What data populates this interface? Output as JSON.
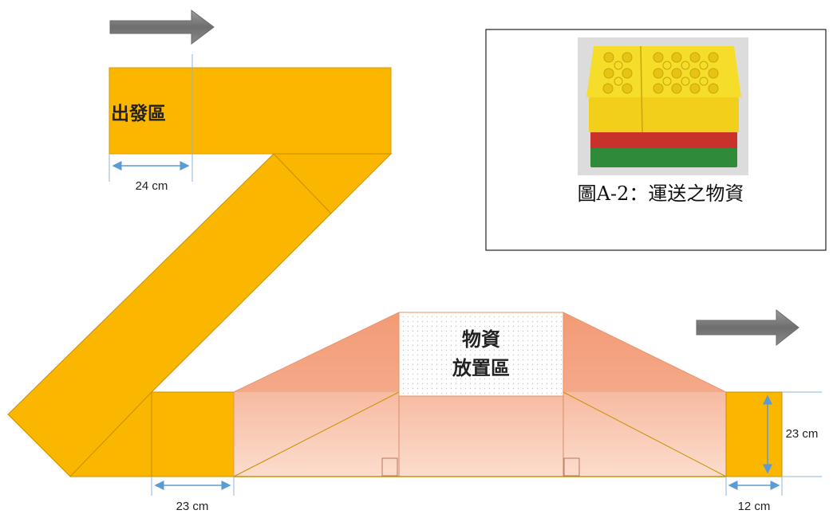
{
  "colors": {
    "track": "#fbb700",
    "track_edge": "#c78c00",
    "slope": "#f4a27f",
    "slope_light": "#fbd9c8",
    "zone_bg": "#ffffff",
    "dim_line": "#5b9bd5",
    "arrow": "#7f7f7f",
    "box_border": "#222222"
  },
  "icons": {
    "start_direction": "right-arrow-icon",
    "end_direction": "right-arrow-icon"
  },
  "labels": {
    "start_zone": "出發區",
    "cargo_zone_line1": "物資",
    "cargo_zone_line2": "放置區"
  },
  "dimensions": {
    "start_width": "24 cm",
    "bottom_left_width": "23 cm",
    "end_height": "23 cm",
    "end_width": "12 cm"
  },
  "figure": {
    "caption": "圖A-2：運送之物資",
    "photo_description": "lego-bricks-photo"
  }
}
